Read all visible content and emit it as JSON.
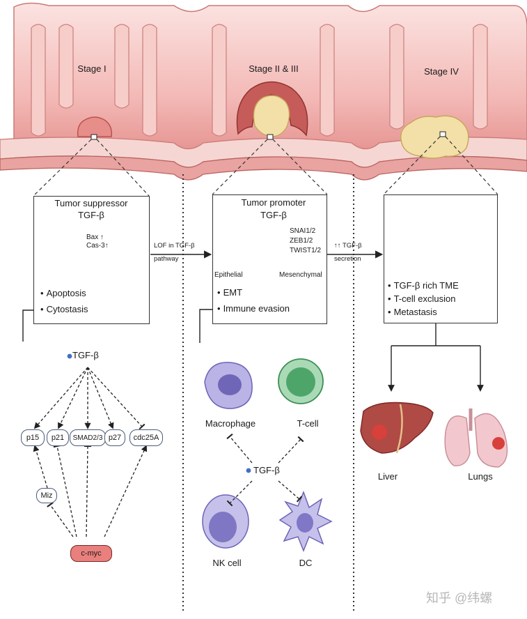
{
  "stages": {
    "stage1": "Stage I",
    "stage2": "Stage II & III",
    "stage3": "Stage IV"
  },
  "box1": {
    "title_line1": "Tumor suppressor",
    "title_line2": "TGF-β",
    "bax": "Bax ↑",
    "cas3": "Cas-3↑",
    "item1": "Apoptosis",
    "item2": "Cytostasis"
  },
  "arrow1": {
    "line1": "LOF in TGF-β",
    "line2": "pathway"
  },
  "box2": {
    "title_line1": "Tumor promoter",
    "title_line2": "TGF-β",
    "snai": "SNAI1/2",
    "zeb": "ZEB1/2",
    "twist": "TWIST1/2",
    "epithelial": "Epithelial",
    "mesenchymal": "Mesenchymal",
    "item1": "EMT",
    "item2": "Immune evasion"
  },
  "arrow2": {
    "line1": "↑↑ TGF-β",
    "line2": "secretion"
  },
  "box3": {
    "item1": "TGF-β rich TME",
    "item2": "T-cell exclusion",
    "item3": "Metastasis"
  },
  "panel1": {
    "tgfb": "TGF-β",
    "p15": "p15",
    "p21": "p21",
    "smad": "SMAD2/3",
    "p27": "p27",
    "cdc25a": "cdc25A",
    "miz": "Miz",
    "cmyc": "c-myc"
  },
  "panel2": {
    "macrophage": "Macrophage",
    "tcell": "T-cell",
    "tgfb": "TGF-β",
    "nkcell": "NK cell",
    "dc": "DC"
  },
  "organs": {
    "liver": "Liver",
    "lungs": "Lungs"
  },
  "watermark": "知乎 @纬螺",
  "colors": {
    "tissue": "#f2b5b5",
    "tissue_dark": "#c96a6a",
    "tumor": "#f3e0a8",
    "panel1_bg": "#eaf0f8",
    "panel1_border": "#8faad4",
    "panel2_bg": "#f3e1f5",
    "panel2_border": "#7d3a86",
    "cmyc_fill": "#e9807d",
    "tgfb_dot": "#3f6fc7"
  }
}
